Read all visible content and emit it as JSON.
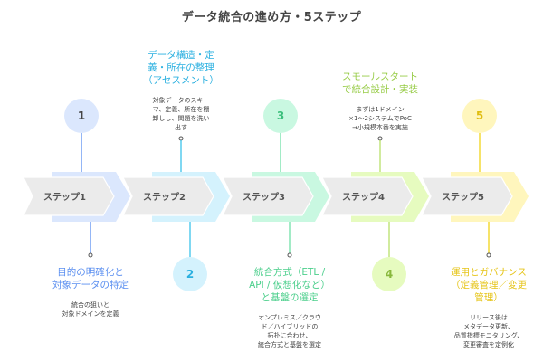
{
  "title": "データ統合の進め方・5ステップ",
  "steps": [
    {
      "number": "1",
      "label": "ステップ1",
      "heading": "目的の明確化と\n対象データの特定",
      "description": "統合の狙いと\n対象ドメインを定義",
      "position": "bottom",
      "colors": {
        "light": "#dbe7fd",
        "line": "#5b8ff0",
        "text": "#5b8ff0",
        "num": "#444444"
      }
    },
    {
      "number": "2",
      "label": "ステップ2",
      "heading": "データ構造・定\n義・所在の整理\n（アセスメント）",
      "description": "対象データのスキー\nマ、定義、所在を棚\n卸しし、問題を洗い\n出す",
      "position": "top",
      "colors": {
        "light": "#d4f2fd",
        "line": "#3cc4ec",
        "text": "#2ab0e0",
        "num": "#2ab0e0"
      }
    },
    {
      "number": "3",
      "label": "ステップ3",
      "heading": "統合方式（ETL /\nAPI / 仮想化など）\nと基盤の選定",
      "description": "オンプレミス／クラウ\nド／ハイブリッドの\n拓扑に合わせ、\n統合方式と基盤を選定",
      "position": "bottom",
      "colors": {
        "light": "#c9f8e1",
        "line": "#6fe0a8",
        "text": "#4ccf8c",
        "num": "#3cbf7c"
      }
    },
    {
      "number": "4",
      "label": "ステップ4",
      "heading": "スモールスタート\nで統合設計・実装",
      "description": "まずは1ドメイン\n×1〜2システムでPoC\n→小規模本番を実施",
      "position": "top",
      "colors": {
        "light": "#e6fbbf",
        "line": "#b8e06a",
        "text": "#98cc48",
        "num": "#88b83c"
      }
    },
    {
      "number": "5",
      "label": "ステップ5",
      "heading": "運用とガバナンス\n（定義管理／変更\n管理）",
      "description": "リリース後は\nメタデータ更新、\n品質指標モニタリング、\n変更審査を定例化",
      "position": "bottom",
      "colors": {
        "light": "#fff6bd",
        "line": "#f0d418",
        "text": "#e6c51a",
        "num": "#e0bd10"
      }
    }
  ],
  "colors": {
    "chevron_fill": "#ebebeb",
    "title": "#444444",
    "dot_stroke": "#555555"
  }
}
